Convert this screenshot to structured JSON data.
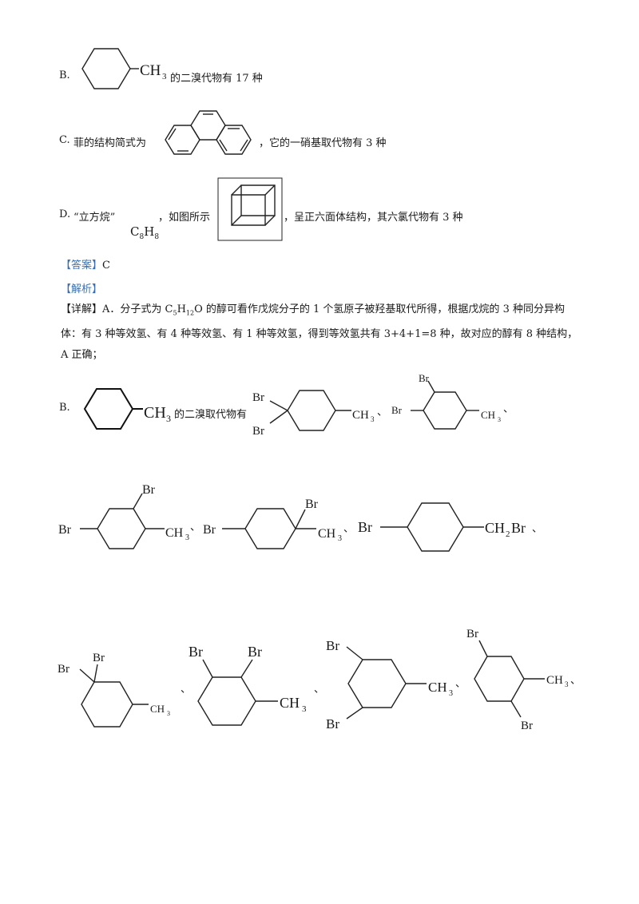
{
  "optionB": {
    "letter": "B.",
    "ch3": "CH",
    "sub3": "3",
    "text": "的二溴代物有 17 种"
  },
  "optionC": {
    "letter": "C.",
    "text1": "菲的结构简式为",
    "text2": "，它的一硝基取代物有 3 种"
  },
  "optionD": {
    "letter": "D.",
    "text1": "“立方烷”",
    "text2": "，如图所示",
    "formula": {
      "c": "C",
      "c_sub": "8",
      "h": "H",
      "h_sub": "8"
    },
    "text3": "，呈正六面体结构，其六氯代物有 3 种"
  },
  "answer": {
    "label": "【答案】",
    "value": "C"
  },
  "analysis": {
    "label": "【解析】"
  },
  "detail": {
    "label": "【详解】",
    "text_a1": "A．分子式为 C",
    "sub5": "5",
    "text_h": "H",
    "sub12": "12",
    "text_a2": "O 的醇可看作戊烷分子的 1 个氢原子被羟基取代所得，根据戊烷的 3 种同分异构体：有 3 种等效氢、有 4 种等效氢、有 1 种等效氢，得到等效氢共有 3+4+1=8 种，故对应的醇有 8 种结构，A 正确；"
  },
  "partB": {
    "letter": "B.",
    "text": "的二溴取代物有"
  },
  "labels": {
    "br": "Br",
    "ch3": "CH",
    "ch2br_ch": "CH",
    "ch2br_br": "Br",
    "sub2": "2",
    "sub3": "3",
    "sep": "、"
  }
}
